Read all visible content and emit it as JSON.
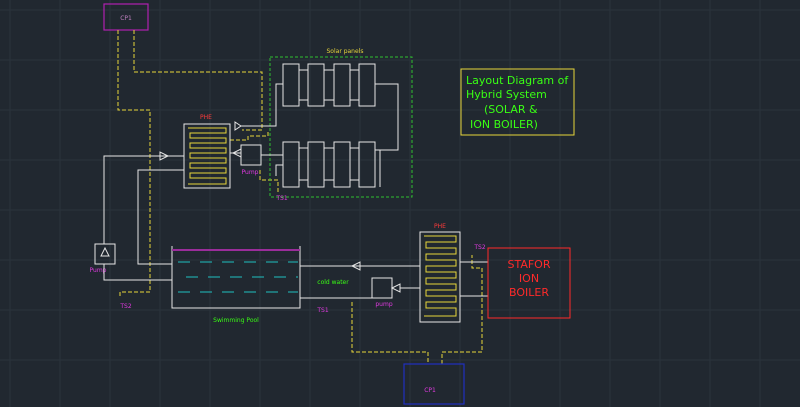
{
  "colors": {
    "background": "#212830",
    "grid": "#2b333c",
    "pipe": "#e6e6e6",
    "pipe_alt": "#e8d63a",
    "title_text": "#39ff14",
    "title_frame": "#e8d63a",
    "boiler": "#ff2a2a",
    "cp_top": "#b020b0",
    "cp_bottom": "#2030c0",
    "pool_top": "#9a2d9a",
    "pool_dash": "#20c0c0",
    "labels_magenta": "#e03ae0",
    "labels_yellow": "#e8d63a",
    "labels_green": "#39ff14",
    "phe_label": "#ff3a3a"
  },
  "diagram": {
    "title_lines": [
      "Layout Diagram of",
      "Hybrid System",
      "(SOLAR &",
      "ION BOILER)"
    ],
    "solar_panels_label": "Solar panels",
    "phe_top_label": "PHE",
    "phe_right_label": "PHE",
    "pump_top_label": "Pump",
    "pump_left_label": "Pump",
    "pump_pool_label": "pump",
    "ts1_top_label": "TS1",
    "ts2_left_label": "TS2",
    "ts1_pool_label": "TS1",
    "ts2_right_label": "TS2",
    "cold_water_label": "cold water",
    "pool_label": "Swimming Pool",
    "cp_top_label": "CP1",
    "cp_bottom_label": "CP1",
    "boiler_lines": [
      "STAFOR",
      "ION",
      "BOILER"
    ]
  }
}
